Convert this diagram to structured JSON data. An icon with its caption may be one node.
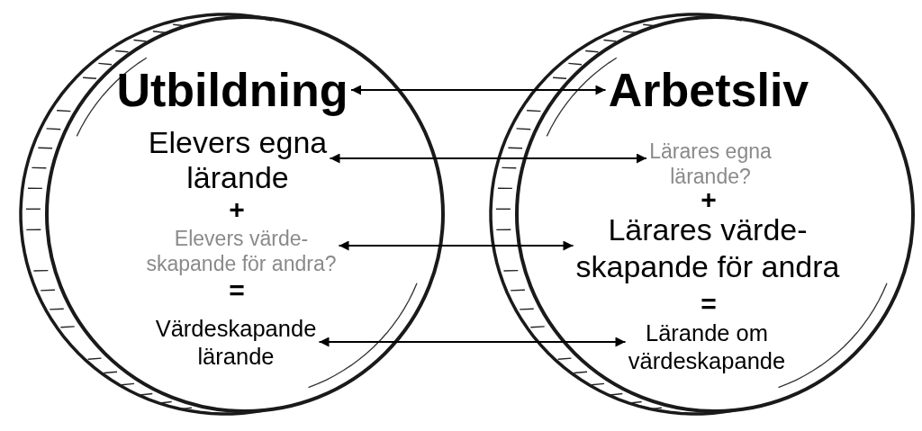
{
  "diagram": {
    "nodes": [
      {
        "text": [],
        "shape": "circle"
      },
      {
        "text": [
          "Utbildning"
        ],
        "in": 0
      },
      {
        "text": [
          "Elevers egna lärande"
        ],
        "in": 0
      },
      {
        "text": [
          "+"
        ],
        "in": 0
      },
      {
        "text": [
          "Elevers värde- skapande för andra?"
        ],
        "in": 0
      },
      {
        "text": [
          "="
        ],
        "in": 0
      },
      {
        "text": [
          "Värdeskapande lärande"
        ],
        "in": 0
      },
      {
        "text": [],
        "shape": "circle"
      },
      {
        "text": [
          "Arbetsliv"
        ],
        "in": 7
      },
      {
        "text": [
          "Lärares egna lärande?"
        ],
        "in": 7
      },
      {
        "text": [
          "+"
        ],
        "in": 7
      },
      {
        "text": [
          "Lärares värde- skapande för andra"
        ],
        "in": 7
      },
      {
        "text": [
          "="
        ],
        "in": 7
      },
      {
        "text": [
          "Lärande om värdeskapande"
        ],
        "in": 7
      }
    ],
    "edges": [
      {
        "from": 1,
        "to": 8,
        "arrow": "both"
      },
      {
        "from": 2,
        "to": 9,
        "arrow": "both"
      },
      {
        "from": 4,
        "to": 11,
        "arrow": "both"
      },
      {
        "from": 6,
        "to": 13,
        "arrow": "both"
      }
    ]
  }
}
